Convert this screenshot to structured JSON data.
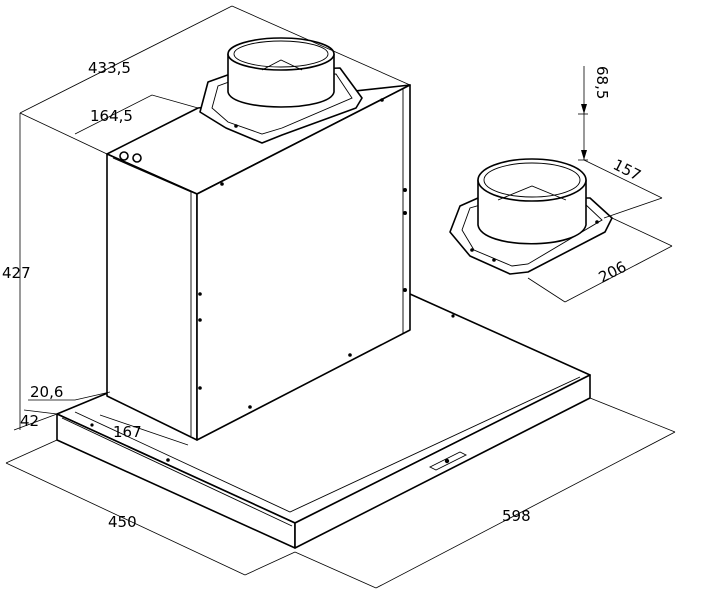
{
  "dimensions": {
    "top_depth": "433,5",
    "top_offset": "164,5",
    "height": "427",
    "step": "20,6",
    "base_thickness": "42",
    "chimney_front": "167",
    "depth": "450",
    "width": "598",
    "flange_height": "68,5",
    "flange_side": "157",
    "flange_width": "206"
  },
  "colors": {
    "line": "#000000",
    "background": "#ffffff"
  }
}
